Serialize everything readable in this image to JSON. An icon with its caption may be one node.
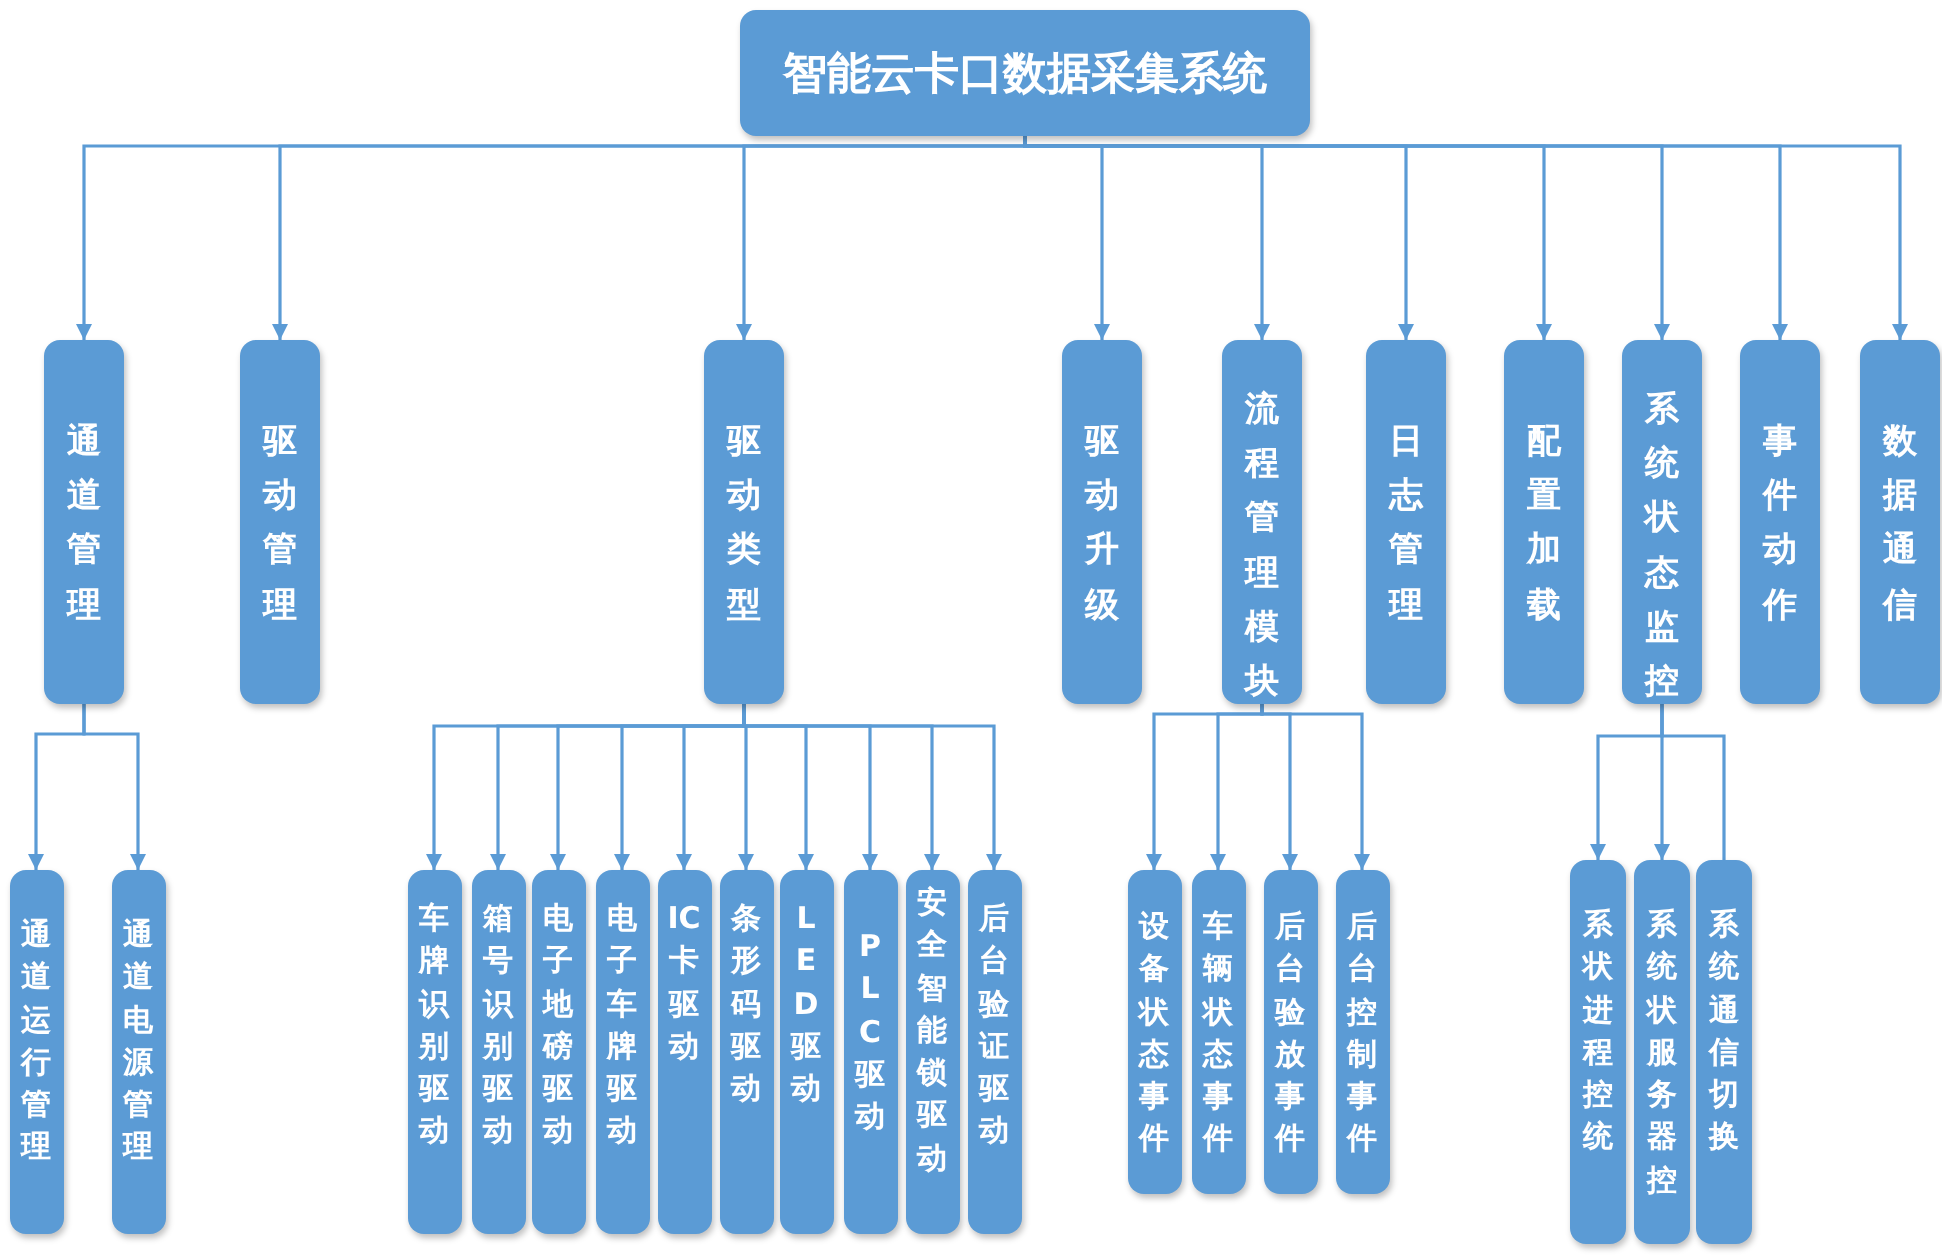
{
  "diagram": {
    "nodes": [
      {
        "text": [
          "智能云卡口数据采集系统"
        ]
      },
      {
        "text": [
          "通道管理"
        ]
      },
      {
        "text": [
          "驱动管理"
        ]
      },
      {
        "text": [
          "驱动类型"
        ]
      },
      {
        "text": [
          "驱动升级"
        ]
      },
      {
        "text": [
          "流程管理模块"
        ]
      },
      {
        "text": [
          "日志管理"
        ]
      },
      {
        "text": [
          "配置加载"
        ]
      },
      {
        "text": [
          "系统状态监控"
        ]
      },
      {
        "text": [
          "事件动作"
        ]
      },
      {
        "text": [
          "数据通信"
        ]
      },
      {
        "text": [
          "通道运行管理"
        ]
      },
      {
        "text": [
          "通道电源管理"
        ]
      },
      {
        "text": [
          "车牌识别驱动"
        ]
      },
      {
        "text": [
          "箱号识别驱动"
        ]
      },
      {
        "text": [
          "电子地磅驱动"
        ]
      },
      {
        "text": [
          "电子车牌驱动"
        ]
      },
      {
        "text": [
          "IC卡驱动"
        ]
      },
      {
        "text": [
          "条形码驱动"
        ]
      },
      {
        "text": [
          "LED驱动"
        ]
      },
      {
        "text": [
          "PLC驱动"
        ]
      },
      {
        "text": [
          "安全智能锁驱动"
        ]
      },
      {
        "text": [
          "后台验证驱动"
        ]
      },
      {
        "text": [
          "设备状态事件"
        ]
      },
      {
        "text": [
          "车辆状态事件"
        ]
      },
      {
        "text": [
          "后台验放事件"
        ]
      },
      {
        "text": [
          "后台控制事件"
        ]
      },
      {
        "text": [
          "系状进程控统"
        ]
      },
      {
        "text": [
          "系统状服务器控"
        ]
      },
      {
        "text": [
          "系统通信切换"
        ]
      }
    ],
    "edges": [
      {
        "from": 0,
        "to": 1,
        "arrow": "to"
      },
      {
        "from": 0,
        "to": 2,
        "arrow": "to"
      },
      {
        "from": 0,
        "to": 3,
        "arrow": "to"
      },
      {
        "from": 0,
        "to": 4,
        "arrow": "to"
      },
      {
        "from": 0,
        "to": 5,
        "arrow": "to"
      },
      {
        "from": 0,
        "to": 6,
        "arrow": "to"
      },
      {
        "from": 0,
        "to": 7,
        "arrow": "to"
      },
      {
        "from": 0,
        "to": 8,
        "arrow": "to"
      },
      {
        "from": 0,
        "to": 9,
        "arrow": "to"
      },
      {
        "from": 0,
        "to": 10,
        "arrow": "to"
      },
      {
        "from": 1,
        "to": 11,
        "arrow": "to"
      },
      {
        "from": 1,
        "to": 12,
        "arrow": "to"
      },
      {
        "from": 3,
        "to": 13,
        "arrow": "to"
      },
      {
        "from": 3,
        "to": 14,
        "arrow": "to"
      },
      {
        "from": 3,
        "to": 15,
        "arrow": "to"
      },
      {
        "from": 3,
        "to": 16,
        "arrow": "to"
      },
      {
        "from": 3,
        "to": 17,
        "arrow": "to"
      },
      {
        "from": 3,
        "to": 18,
        "arrow": "to"
      },
      {
        "from": 3,
        "to": 19,
        "arrow": "to"
      },
      {
        "from": 3,
        "to": 20,
        "arrow": "to"
      },
      {
        "from": 3,
        "to": 21,
        "arrow": "to"
      },
      {
        "from": 3,
        "to": 22,
        "arrow": "to"
      },
      {
        "from": 5,
        "to": 23,
        "arrow": "to"
      },
      {
        "from": 5,
        "to": 24,
        "arrow": "to"
      },
      {
        "from": 5,
        "to": 25,
        "arrow": "to"
      },
      {
        "from": 5,
        "to": 26,
        "arrow": "to"
      },
      {
        "from": 8,
        "to": 27,
        "arrow": "to"
      },
      {
        "from": 8,
        "to": 28,
        "arrow": "to"
      },
      {
        "from": 8,
        "to": 29,
        "arrow": "none"
      }
    ]
  }
}
